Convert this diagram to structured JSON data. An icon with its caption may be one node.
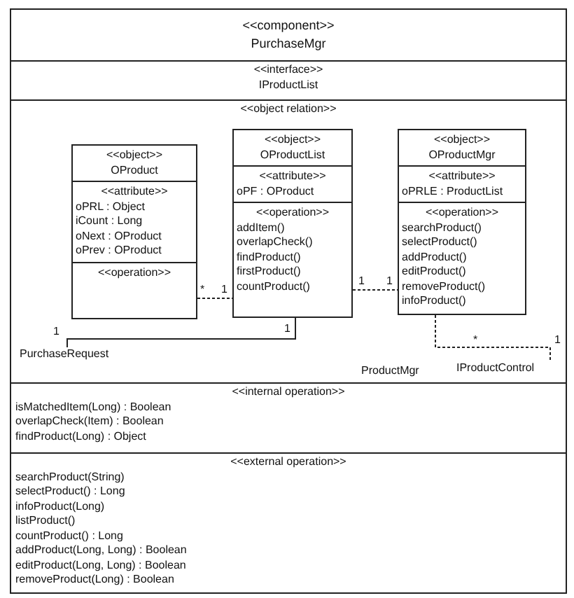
{
  "diagram": {
    "nodes": [
      {
        "text": [
          "<<component>>",
          "PurchaseMgr"
        ]
      },
      {
        "text": [
          "<<interface>>",
          "IProductList"
        ],
        "in": 0
      },
      {
        "text": [
          "<<object relation>>"
        ],
        "in": 0
      },
      {
        "text": [
          "<<object>>",
          "OProduct",
          "<<attribute>>",
          "oPRL : Object",
          "iCount : Long",
          "oNext : OProduct",
          "oPrev : OProduct",
          "<<operation>>"
        ],
        "in": 2
      },
      {
        "text": [
          "<<object>>",
          "OProductList",
          "<<attribute>>",
          "oPF : OProduct",
          "<<operation>>",
          "addItem()",
          "overlapCheck()",
          "findProduct()",
          "firstProduct()",
          "countProduct()"
        ],
        "in": 2
      },
      {
        "text": [
          "<<object>>",
          "OProductMgr",
          "<<attribute>>",
          "oPRLE : ProductList",
          "<<operation>>",
          "searchProduct()",
          "selectProduct()",
          "addProduct()",
          "editProduct()",
          "removeProduct()",
          "infoProduct()"
        ],
        "in": 2
      },
      {
        "text": [
          "PurchaseRequest"
        ],
        "in": 2
      },
      {
        "text": [
          "IProductControl"
        ],
        "in": 2
      },
      {
        "text": [
          "<<internal operation>>",
          "isMatchedItem(Long) : Boolean",
          "overlapCheck(Item) : Boolean",
          "findProduct(Long) : Object"
        ],
        "in": 0
      },
      {
        "text": [
          "<<external operation>>",
          "searchProduct(String)",
          "selectProduct() : Long",
          "infoProduct(Long)",
          "listProduct()",
          "countProduct() : Long",
          "addProduct(Long, Long) : Boolean",
          "editProduct(Long, Long) : Boolean",
          "removeProduct(Long) : Boolean"
        ],
        "in": 0
      }
    ],
    "edges": [
      {
        "from": 3,
        "to": 4,
        "arrow": "none",
        "style": "dashed"
      },
      {
        "from": 4,
        "to": 5,
        "arrow": "none",
        "style": "dashed"
      },
      {
        "from": 4,
        "to": 6,
        "arrow": "none"
      },
      {
        "from": 5,
        "to": 7,
        "arrow": "none",
        "style": "dashed"
      }
    ],
    "labels": [
      "*",
      "1",
      "1",
      "1",
      "1",
      "1",
      "*",
      "1",
      "ProductMgr"
    ]
  }
}
